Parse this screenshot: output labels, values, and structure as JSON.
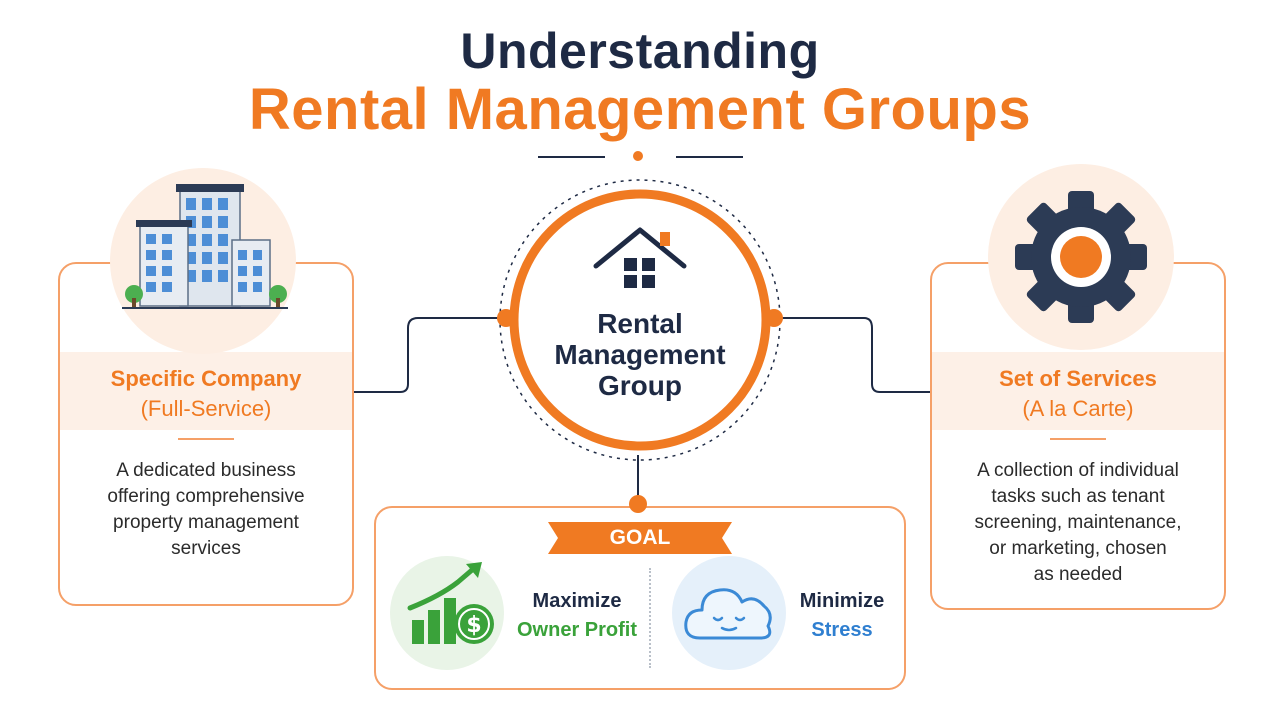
{
  "header": {
    "title_line1": "Understanding",
    "title_line2": "Rental Management Groups"
  },
  "center": {
    "line1": "Rental",
    "line2": "Management",
    "line3": "Group"
  },
  "left_card": {
    "title": "Specific Company",
    "subtitle": "(Full-Service)",
    "body": [
      "A dedicated business",
      "offering comprehensive",
      "property management",
      "services"
    ],
    "icon": "office-building-icon"
  },
  "right_card": {
    "title": "Set of Services",
    "subtitle": "(A la Carte)",
    "body": [
      "A collection of individual",
      "tasks such as tenant",
      "screening, maintenance,",
      "or marketing, chosen",
      "as needed"
    ],
    "icon": "gear-icon"
  },
  "goal": {
    "label": "GOAL",
    "item1": {
      "line1": "Maximize",
      "line2": "Owner Profit",
      "line2_color": "#3aa23a",
      "icon": "profit-chart-icon"
    },
    "item2": {
      "line1": "Minimize",
      "line2": "Stress",
      "line2_color": "#2f7fd0",
      "icon": "cloud-icon"
    }
  },
  "colors": {
    "accent": "#f07a22",
    "navy": "#1e2a44",
    "border": "#f5a068",
    "tint": "#fdf0e7"
  }
}
